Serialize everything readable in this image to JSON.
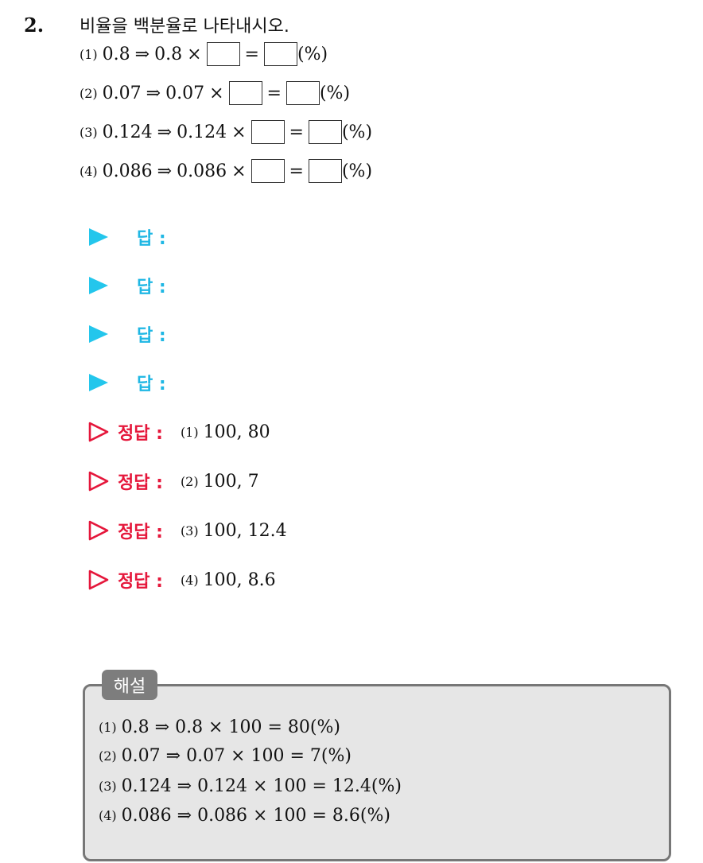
{
  "question": {
    "number": "2.",
    "text": "비율을 백분율로 나타내시오."
  },
  "items": [
    {
      "label": "(1)",
      "ratio": "0.8",
      "ratio_again": "0.8",
      "implies": "⇒",
      "times": "×",
      "equals": "=",
      "suffix": "(%)"
    },
    {
      "label": "(2)",
      "ratio": "0.07",
      "ratio_again": "0.07",
      "implies": "⇒",
      "times": "×",
      "equals": "=",
      "suffix": "(%)"
    },
    {
      "label": "(3)",
      "ratio": "0.124",
      "ratio_again": "0.124",
      "implies": "⇒",
      "times": "×",
      "equals": "=",
      "suffix": "(%)"
    },
    {
      "label": "(4)",
      "ratio": "0.086",
      "ratio_again": "0.086",
      "implies": "⇒",
      "times": "×",
      "equals": "=",
      "suffix": "(%)"
    }
  ],
  "answer_blanks": [
    {
      "label": "답 :"
    },
    {
      "label": "답 :"
    },
    {
      "label": "답 :"
    },
    {
      "label": "답 :"
    }
  ],
  "answers": [
    {
      "label": "정답 :",
      "num": "(1)",
      "value": "100, 80"
    },
    {
      "label": "정답 :",
      "num": "(2)",
      "value": "100, 7"
    },
    {
      "label": "정답 :",
      "num": "(3)",
      "value": "100, 12.4"
    },
    {
      "label": "정답 :",
      "num": "(4)",
      "value": "100, 8.6"
    }
  ],
  "explanation": {
    "tag": "해설",
    "lines": [
      {
        "num": "(1)",
        "text": "0.8 ⇒ 0.8 × 100 = 80(%)"
      },
      {
        "num": "(2)",
        "text": "0.07 ⇒ 0.07 × 100 = 7(%)"
      },
      {
        "num": "(3)",
        "text": "0.124 ⇒ 0.124 × 100 = 12.4(%)"
      },
      {
        "num": "(4)",
        "text": "0.086 ⇒ 0.086 × 100 = 8.6(%)"
      }
    ]
  },
  "colors": {
    "blue_marker": "#23c6ec",
    "blue_label": "#1fb7e4",
    "red_marker": "#e5173b",
    "expl_tag_bg": "#7d7d7d",
    "expl_box_bg": "#e6e6e6"
  }
}
